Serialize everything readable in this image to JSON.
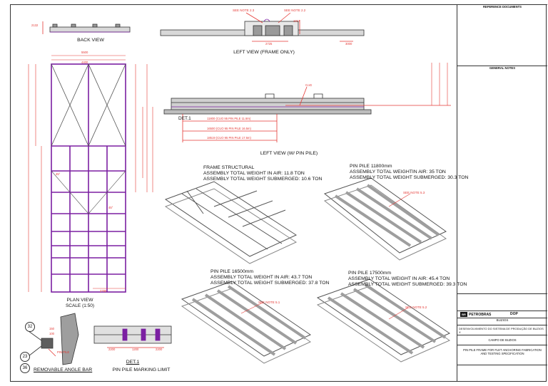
{
  "views": {
    "back_view": "BACK VIEW",
    "left_view_frame": "LEFT VIEW (FRAME ONLY)",
    "left_view_pin": "LEFT VIEW (W/ PIN PILE)",
    "plan_view": "PLAN VIEW",
    "plan_scale": "SCALE (1:50)",
    "det1_label": "DET.1",
    "det1_title": "DET.1",
    "pin_marking": "PIN PILE MARKING LIMIT",
    "removable": "REMOVABLE ANGLE BAR"
  },
  "assemblies": [
    {
      "title": "FRAME STRUCTURAL",
      "line1": "ASSEMBLY TOTAL  WEIGHT IN AIR: 11.8 TON",
      "line2": "ASSEMBLY TOTAL WEIGHT SUBMERGED: 10.6 TON"
    },
    {
      "title": "PIN PILE 11800mm",
      "line1": "ASSEMBLY TOTAL WEIGHTIN AIR: 35 TON",
      "line2": "ASSEMBLY TOTAL WEIGHT SUBMERGED: 30.3 TON"
    },
    {
      "title": "PIN PILE 16500mm",
      "line1": "ASSEMBLY TOTAL WEIGHT IN AIR: 43.7 TON",
      "line2": "ASSEMBLY TOTAL WEIGHT SUBMERGED: 37.8 TON"
    },
    {
      "title": "PIN PILE 17500mm",
      "line1": "ASSEMBLY TOTAL WEIGHT IN AIR: 45.4 TON",
      "line2": "ASSEMBLY TOTAL WEIGHT SUBMERGED: 39.3 TON"
    }
  ],
  "red_notes": {
    "see_note_23": "SEE NOTE 2.3",
    "see_note_22": "SEE NOTE 2.2",
    "see_note_53": "SEE NOTE 5.3",
    "see_note_51": "SEE NOTE 5.1",
    "see_note_52": "SEE NOTE 5.2",
    "pile_a": "11800 (CUO 95 PIN PILE 11.8m)",
    "pile_b": "16500 (CUO 95 PIN PILE 16.5m)",
    "pile_c": "18519 (CUO 95 PIN PILE 17.5m)",
    "cog": "CoG",
    "pin_pile": "PIN PILE"
  },
  "dims": {
    "back_h": "2132",
    "frame_w": "2725",
    "frame_h": "1017",
    "frame_r": "3000",
    "plan_w1": "5500",
    "plan_w2": "4400",
    "plan_bottom": "2785",
    "mark_a": "2200",
    "mark_b": "1200",
    "mark_c": "2200",
    "det_150": "150",
    "det_100": "100",
    "angle_45": "45°"
  },
  "callouts": [
    "32",
    "23",
    "36"
  ],
  "title_block": {
    "reference_docs": "REFERENCE DOCUMENTS",
    "general_notes": "GENERAL NOTES",
    "company": "PETROBRAS",
    "doc_code": "DOP",
    "field": "BUZIOS",
    "project": "DESENVOLVIMENTO DO SISTEMA DE PRODUÇÃO DE BUZIOS X",
    "area": "CAMPO DE BUZIOS",
    "drawing_title": "PIN PILE FRAME FOR FLET ANCHORING FABRICATION AND TESTING SPECIFICATION"
  }
}
